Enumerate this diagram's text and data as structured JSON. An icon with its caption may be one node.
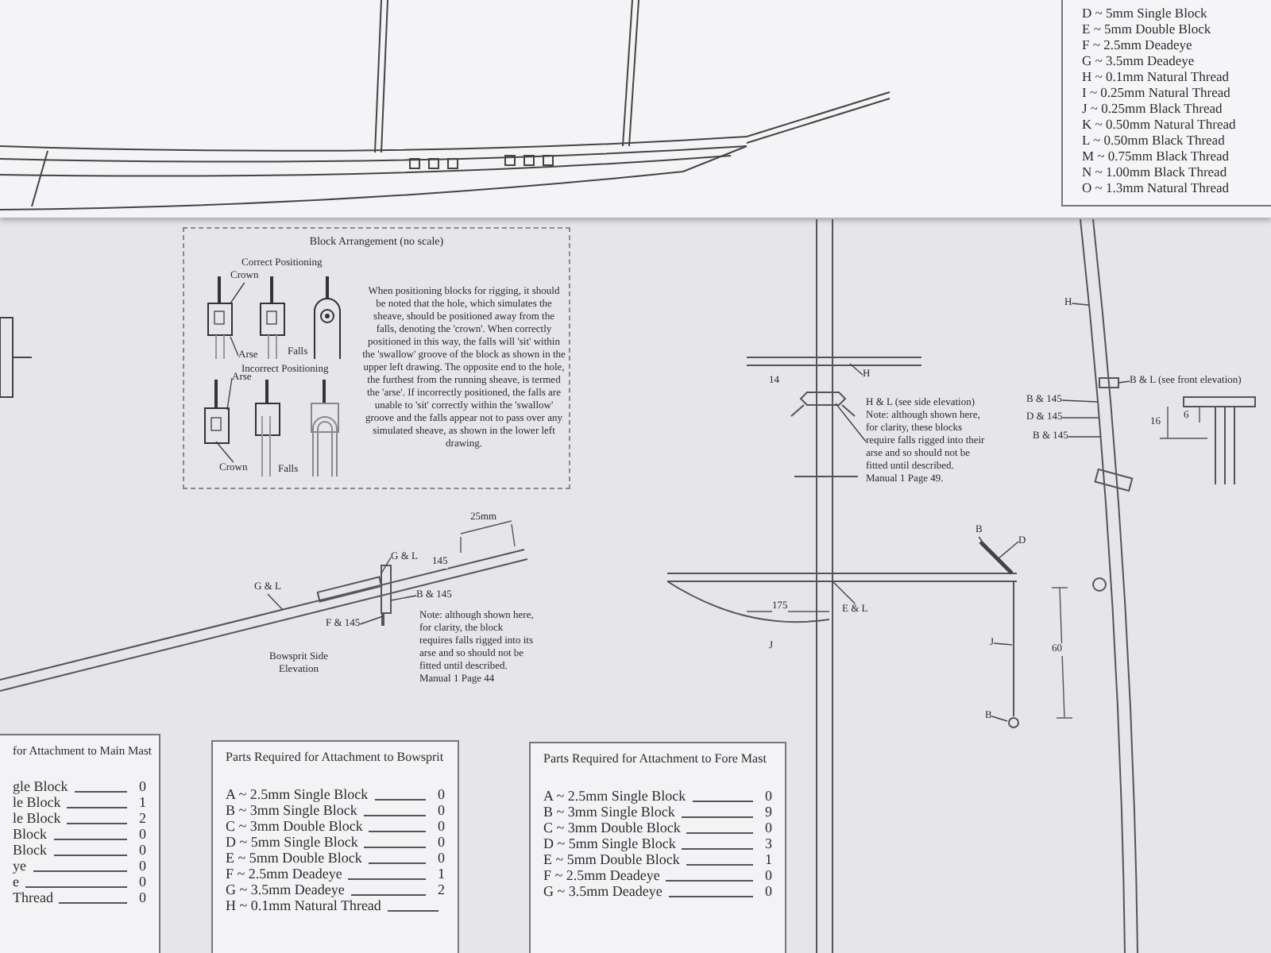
{
  "diagram": {
    "nodes": [
      {
        "text": [
          "Block Arrangement (no scale)",
          "Correct Positioning",
          "Incorrect Positioning",
          "When positioning blocks for rigging, it should be noted that the hole, which simulates the sheave, should be positioned away from the falls, denoting the 'crown'. When correctly positioned in this way, the falls will 'sit' within the 'swallow' groove of the block as shown in the upper left drawing. The opposite end to the hole, the furthest from the running sheave, is termed the 'arse'. If incorrectly positioned, the falls are unable to 'sit' correctly within the 'swallow' groove and the falls appear not to pass over any simulated sheave, as shown in the lower left drawing."
        ]
      },
      {
        "text": [
          "Crown"
        ],
        "in": 0
      },
      {
        "text": [
          "Arse"
        ],
        "in": 0
      },
      {
        "text": [
          "Arse"
        ],
        "in": 0
      },
      {
        "text": [
          "Crown"
        ],
        "in": 0
      },
      {
        "text": [
          "G & L"
        ]
      },
      {
        "text": [
          "G & L"
        ]
      },
      {
        "text": [
          "B & 145"
        ]
      },
      {
        "text": [
          "F & 145"
        ]
      },
      {
        "text": [
          "H"
        ]
      },
      {
        "text": [
          "H & L (see side elevation) Note: although shown here, for clarity, these blocks require falls rigged into their arse and so should not be fitted until described. Manual 1 Page 49."
        ]
      },
      {
        "text": [
          "E & L"
        ]
      },
      {
        "text": [
          "B"
        ]
      },
      {
        "text": [
          "D"
        ]
      },
      {
        "text": [
          "J"
        ]
      },
      {
        "text": [
          "B"
        ]
      },
      {
        "text": [
          "H"
        ]
      },
      {
        "text": [
          "B & L (see front elevation)"
        ]
      },
      {
        "text": [
          "B & 145"
        ]
      },
      {
        "text": [
          "D & 145"
        ]
      },
      {
        "text": [
          "B & 145"
        ]
      },
      {
        "text": [
          "for Attachment to Main Mast",
          "gle Block",
          "0",
          "le Block",
          "1",
          "le Block",
          "2",
          "Block",
          "0",
          "Block",
          "0",
          "ye",
          "0",
          "e",
          "0",
          "Thread",
          "0"
        ]
      },
      {
        "text": [
          "Parts Required for Attachment to Bowsprit",
          "A ~ 2.5mm Single Block",
          "0",
          "B ~ 3mm Single Block",
          "0",
          "C ~ 3mm Double Block",
          "0",
          "D ~ 5mm Single Block",
          "0",
          "E ~ 5mm Double Block",
          "0",
          "F ~ 2.5mm Deadeye",
          "1",
          "G ~ 3.5mm Deadeye",
          "2",
          "H ~ 0.1mm Natural Thread"
        ]
      },
      {
        "text": [
          "Parts Required for Attachment to Fore Mast",
          "A ~ 2.5mm Single Block",
          "0",
          "B ~ 3mm Single Block",
          "9",
          "C ~ 3mm Double Block",
          "0",
          "D ~ 5mm Single Block",
          "3",
          "E ~ 5mm Double Block",
          "1",
          "F ~ 2.5mm Deadeye",
          "0",
          "G ~ 3.5mm Deadeye",
          "0"
        ]
      },
      {
        "text": [
          "D ~ 5mm Single Block",
          "E ~ 5mm Double Block",
          "F ~ 2.5mm Deadeye",
          "G ~ 3.5mm Deadeye",
          "H ~ 0.1mm Natural Thread",
          "I ~ 0.25mm Natural Thread",
          "J ~ 0.25mm Black Thread",
          "K ~ 0.50mm Natural Thread",
          "L ~ 0.50mm Black Thread",
          "M ~ 0.75mm Black Thread",
          "N ~ 1.00mm Black Thread",
          "O ~ 1.3mm Natural Thread"
        ]
      },
      {
        "text": [],
        "shape": "box",
        "in": 0
      },
      {
        "text": [],
        "shape": "box",
        "in": 0
      },
      {
        "text": [],
        "shape": "bar"
      },
      {
        "text": [],
        "shape": "bar"
      }
    ],
    "edges": [
      {
        "from": 1,
        "to": 25,
        "arrow": "none"
      },
      {
        "from": 2,
        "to": 25,
        "arrow": "none"
      },
      {
        "from": 3,
        "to": 26,
        "arrow": "none"
      },
      {
        "from": 4,
        "to": 26,
        "arrow": "none"
      },
      {
        "from": 5,
        "to": null,
        "arrow": "none"
      },
      {
        "from": 6,
        "to": null,
        "arrow": "none"
      },
      {
        "from": 7,
        "to": null,
        "arrow": "none"
      },
      {
        "from": 8,
        "to": null,
        "arrow": "none"
      },
      {
        "from": 9,
        "to": null,
        "arrow": "none"
      },
      {
        "from": 10,
        "to": null,
        "arrow": "none"
      },
      {
        "from": 11,
        "to": null,
        "arrow": "none"
      },
      {
        "from": 12,
        "to": 28,
        "arrow": "none"
      },
      {
        "from": 13,
        "to": 28,
        "arrow": "none"
      },
      {
        "from": 14,
        "to": null,
        "arrow": "none"
      },
      {
        "from": 15,
        "to": null,
        "arrow": "none"
      },
      {
        "from": 16,
        "to": 27,
        "arrow": "none"
      },
      {
        "from": 17,
        "to": null,
        "arrow": "none"
      },
      {
        "from": 18,
        "to": 27,
        "arrow": "none"
      },
      {
        "from": 19,
        "to": 27,
        "arrow": "none"
      },
      {
        "from": 20,
        "to": 27,
        "arrow": "none"
      }
    ],
    "labels": [
      "Falls",
      "Falls",
      "25mm",
      "145",
      "Note: although shown here, for clarity, the block requires falls rigged into its arse and so should not be fitted until described. Manual 1 Page 44",
      "Bowsprit Side Elevation",
      "14",
      "175",
      "J",
      "60",
      "6",
      "16"
    ]
  }
}
